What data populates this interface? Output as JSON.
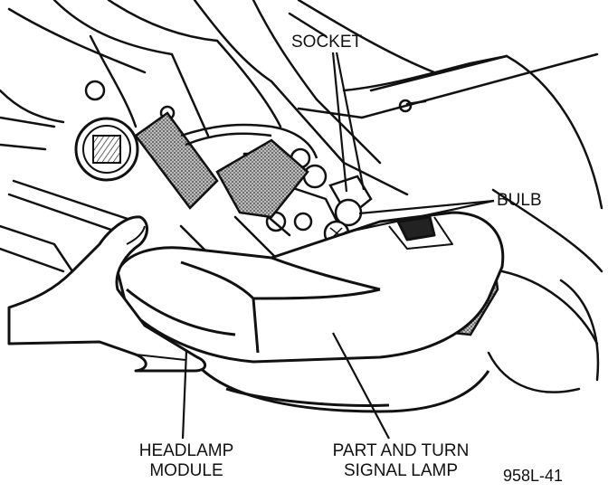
{
  "labels": {
    "socket": "SOCKET",
    "bulb": "BULB",
    "headlamp_line1": "HEADLAMP",
    "headlamp_line2": "MODULE",
    "park_line1": "PART AND TURN",
    "park_line2": "SIGNAL LAMP",
    "figure_code": "958L-41"
  },
  "colors": {
    "ink": "#111111",
    "paper": "#ffffff",
    "shade": "#8a8a8a"
  }
}
